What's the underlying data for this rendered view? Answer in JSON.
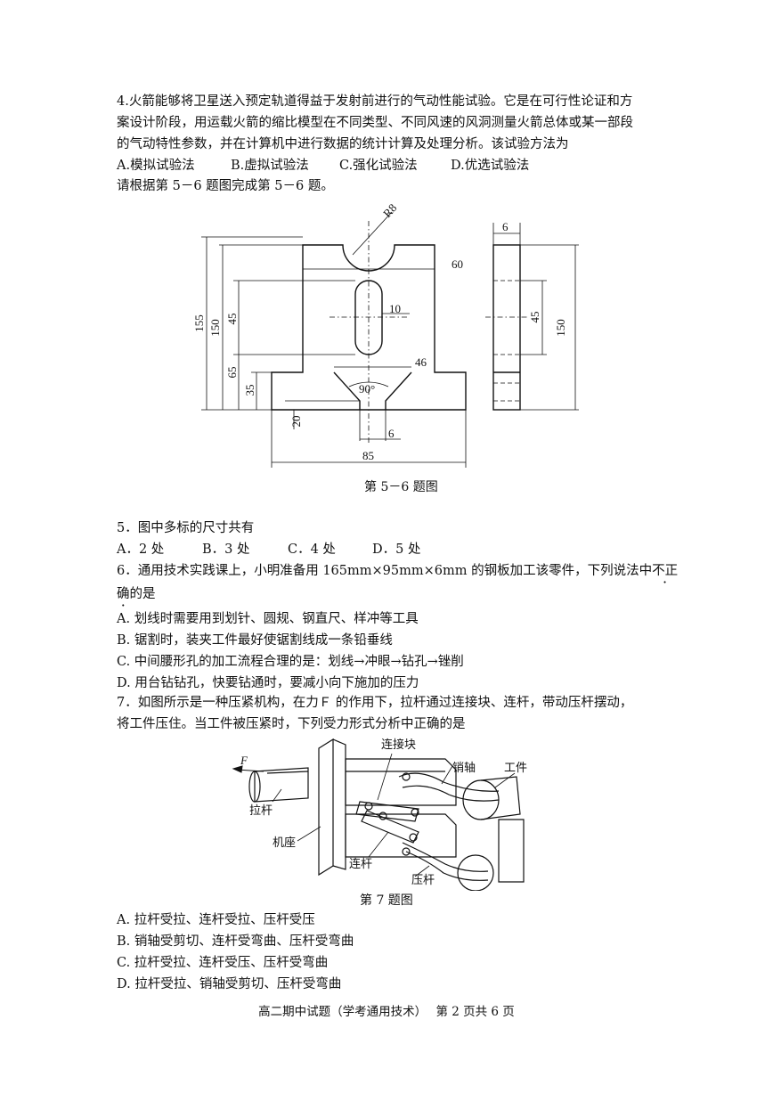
{
  "q4": {
    "line1": "4.火箭能够将卫星送入预定轨道得益于发射前进行的气动性能试验。它是在可行性论证和方",
    "line2": "案设计阶段，用运载火箭的缩比模型在不同类型、不同风速的风洞测量火箭总体或某一部段",
    "line3": "的气动特性参数，并在计算机中进行数据的统计计算及处理分析。该试验方法为",
    "options": [
      "A.模拟试验法",
      "B.虚拟试验法",
      "C.强化试验法",
      "D.优选试验法"
    ]
  },
  "q56_intro": "请根据第 5－6 题图完成第 5－6 题。",
  "drawing": {
    "dims": [
      "R8",
      "60",
      "10",
      "45",
      "155",
      "150",
      "65",
      "35",
      "46",
      "90°",
      "20",
      "6",
      "85",
      "6",
      "45",
      "150"
    ],
    "caption": "第 5－6 题图"
  },
  "q5": {
    "stem": "5．图中多标的尺寸共有",
    "options": [
      "A．2 处",
      "B．3 处",
      "C．4 处",
      "D．5 处"
    ]
  },
  "q6": {
    "line1_a": "6．通用技术实践课上，小明准备用 165mm×95mm×6mm 的钢板加工该零件，下列说法中",
    "line1_b": "不正",
    "line2_a": "确",
    "line2_b": "的是",
    "options": [
      "A. 划线时需要用到划针、圆规、钢直尺、样冲等工具",
      "B. 锯割时，装夹工件最好使锯割线成一条铅垂线",
      "C. 中间腰形孔的加工流程合理的是：划线→冲眼→钻孔→锉削",
      "D. 用台钻钻孔，快要钻通时，要减小向下施加的压力"
    ]
  },
  "q7": {
    "line1": "7．如图所示是一种压紧机构，在力Ｆ 的作用下，拉杆通过连接块、连杆，带动压杆摆动，",
    "line2": "将工件压住。当工件被压紧时，下列受力形式分析中正确的是",
    "figure_labels": {
      "force": "F",
      "pull_rod": "拉杆",
      "connector": "连接块",
      "pin": "销轴",
      "workpiece": "工件",
      "base": "机座",
      "link": "连杆",
      "press_rod": "压杆"
    },
    "caption": "第 7 题图",
    "options": [
      "A. 拉杆受拉、连杆受拉、压杆受压",
      "B. 销轴受剪切、连杆受弯曲、压杆受弯曲",
      "C. 拉杆受拉、连杆受压、压杆受弯曲",
      "D. 拉杆受拉、销轴受剪切、压杆受弯曲"
    ]
  },
  "footer": {
    "title": "高二期中试题（学考通用技术）",
    "page": "第 2 页共 6 页"
  }
}
